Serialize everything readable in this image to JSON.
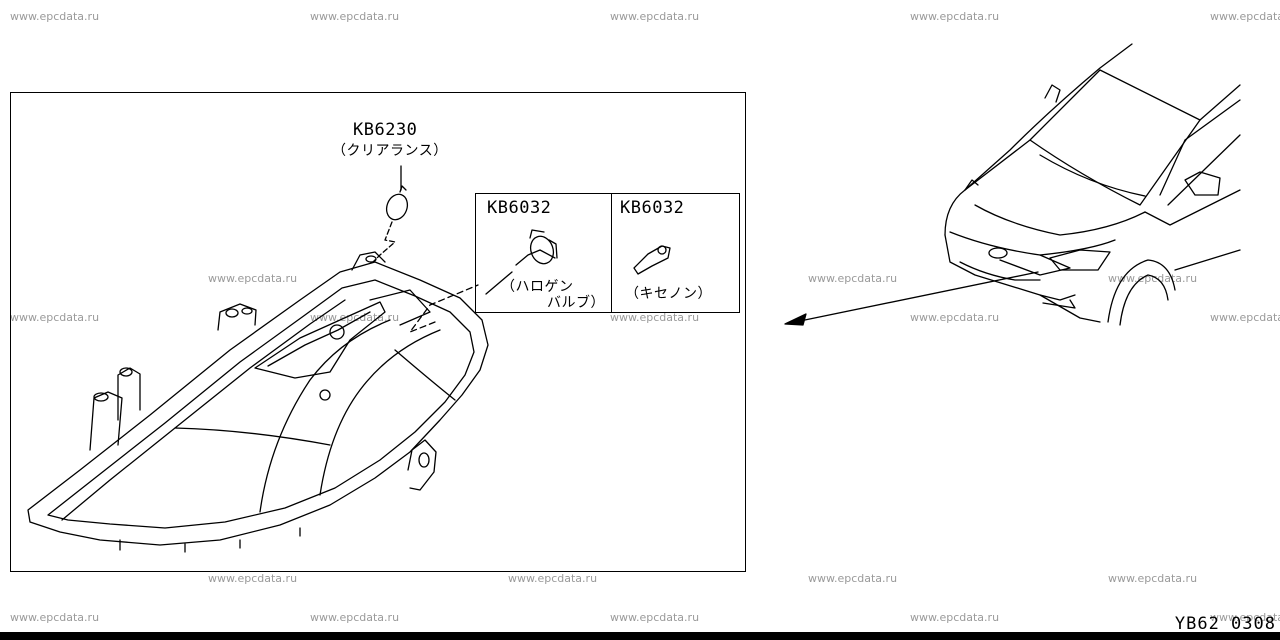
{
  "watermark": "www.epcdata.ru",
  "parts": {
    "clearance": {
      "number": "KB6230",
      "name": "（クリアランス）"
    },
    "halogen": {
      "number": "KB6032",
      "name_line1": "（ハロゲン",
      "name_line2": "バルブ）"
    },
    "xenon": {
      "number": "KB6032",
      "name": "（キセノン）"
    }
  },
  "diagram_code": "YB62 0308"
}
